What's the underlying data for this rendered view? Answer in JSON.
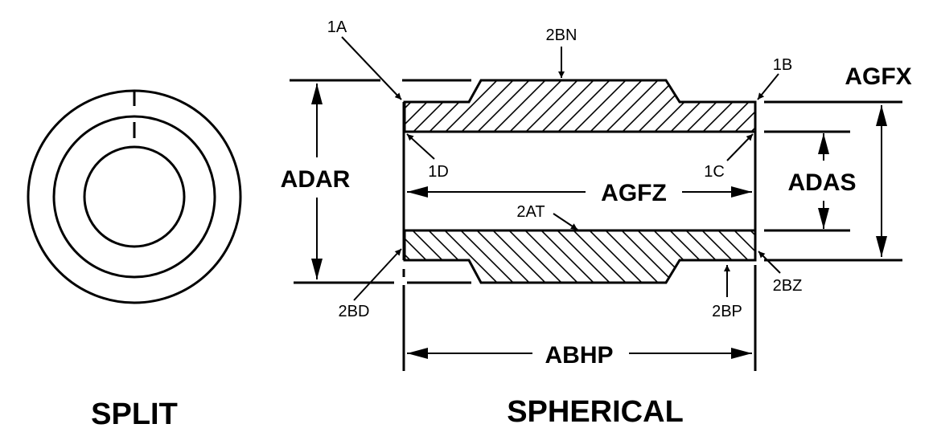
{
  "views": {
    "split_title": "SPLIT",
    "spherical_title": "SPHERICAL"
  },
  "dimensions": {
    "adar": "ADAR",
    "agfx": "AGFX",
    "agfz": "AGFZ",
    "adas": "ADAS",
    "abhp": "ABHP"
  },
  "callouts": {
    "c1a": "1A",
    "c1b": "1B",
    "c1c": "1C",
    "c1d": "1D",
    "c2bn": "2BN",
    "c2at": "2AT",
    "c2bd": "2BD",
    "c2bp": "2BP",
    "c2bz": "2BZ"
  }
}
